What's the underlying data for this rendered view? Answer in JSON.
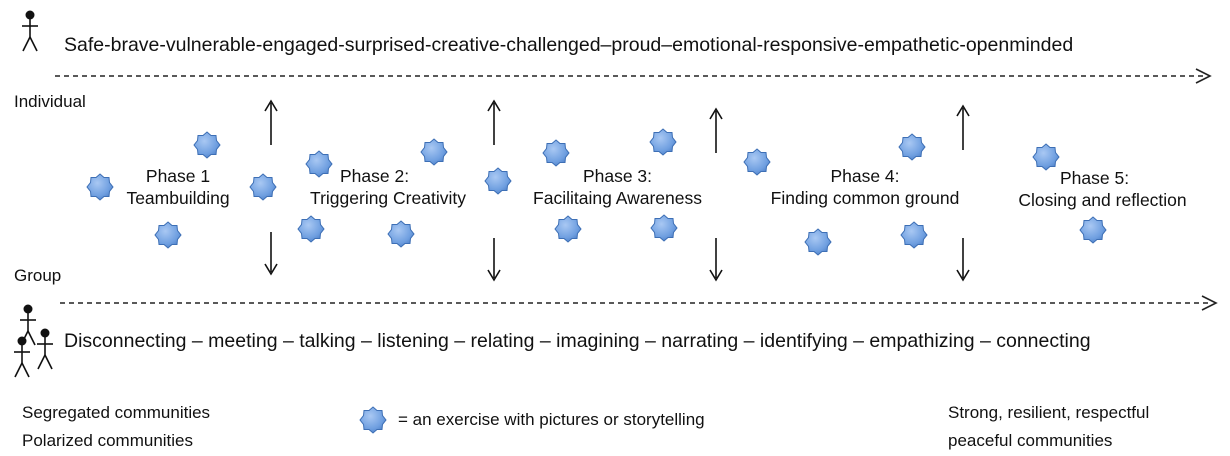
{
  "top_sequence": "Safe-brave-vulnerable-engaged-surprised-creative-challenged–proud–emotional-responsive-empathetic-openminded",
  "bottom_sequence": "Disconnecting – meeting – talking – listening – relating – imagining – narrating – identifying – empathizing – connecting",
  "labels": {
    "individual": "Individual",
    "group": "Group"
  },
  "phases": [
    {
      "line1": "Phase 1",
      "line2": "Teambuilding"
    },
    {
      "line1": "Phase 2:",
      "line2": "Triggering Creativity"
    },
    {
      "line1": "Phase 3:",
      "line2": "Facilitaing Awareness"
    },
    {
      "line1": "Phase 4:",
      "line2": "Finding common ground"
    },
    {
      "line1": "Phase 5:",
      "line2": "Closing and reflection"
    }
  ],
  "legend": {
    "text": "= an exercise with pictures or storytelling"
  },
  "left_footer": [
    "Segregated communities",
    "Polarized communities"
  ],
  "right_footer": [
    "Strong, resilient, respectful",
    "peaceful communities"
  ],
  "colors": {
    "badge_fill": "#6f9fe0",
    "badge_stroke": "#3d6fb5",
    "line": "#222222"
  },
  "icons": [
    "person-icon",
    "group-people-icon",
    "exercise-badge-icon"
  ]
}
